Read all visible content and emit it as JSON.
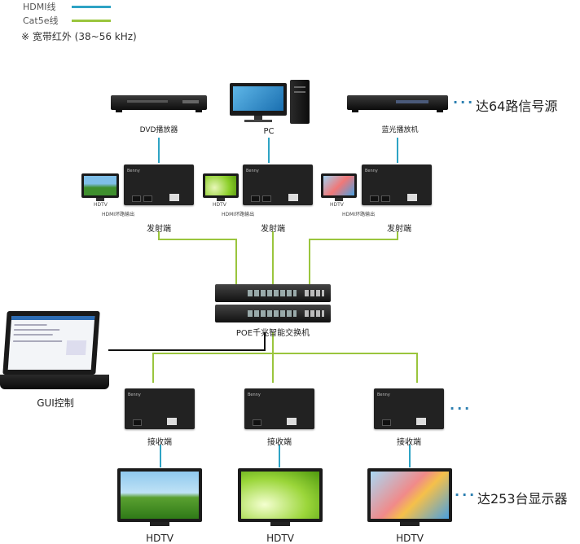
{
  "legend": {
    "hdmi_label": "HDMI线",
    "cat5e_label": "Cat5e线",
    "ir_label": "※ 宽带红外 (38~56 kHz)",
    "hdmi_color": "#2ea3c4",
    "cat5e_color": "#9ac53d"
  },
  "sources": {
    "dvd_label": "DVD播放器",
    "pc_label": "PC",
    "bluray_label": "蓝光播放机",
    "source_note": "达64路信号源"
  },
  "transmitters": {
    "tx1_label": "发射端",
    "tx2_label": "发射端",
    "tx3_label": "发射端",
    "loop_out_1": "HDMI环路输出",
    "loop_out_2": "HDMI环路输出",
    "loop_out_3": "HDMI环路输出",
    "hdtv_small_1": "HDTV",
    "hdtv_small_2": "HDTV",
    "hdtv_small_3": "HDTV"
  },
  "switch": {
    "label": "POE千兆智能交换机"
  },
  "gui": {
    "label": "GUI控制"
  },
  "receivers": {
    "rx1_label": "接收端",
    "rx2_label": "接收端",
    "rx3_label": "接收端"
  },
  "displays": {
    "tv1_label": "HDTV",
    "tv2_label": "HDTV",
    "tv3_label": "HDTV",
    "display_note": "达253台显示器"
  },
  "brand": "Benny"
}
